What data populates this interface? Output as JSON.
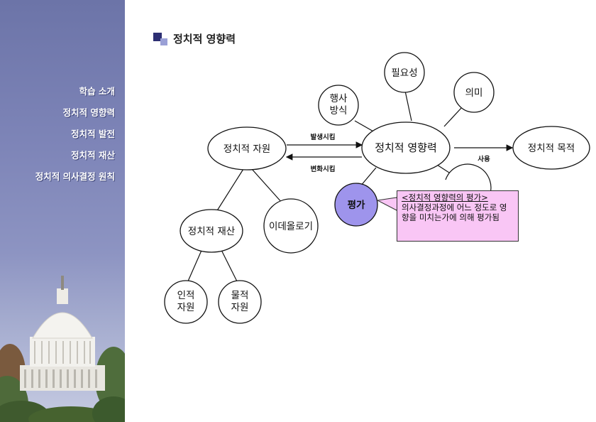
{
  "sidebar": {
    "items": [
      {
        "label": "학습 소개"
      },
      {
        "label": "정치적 영향력"
      },
      {
        "label": "정치적 발전"
      },
      {
        "label": "정치적 재산"
      },
      {
        "label": "정치적 의사결정 원칙"
      }
    ],
    "colors": {
      "top": "#6c74a8",
      "bottom": "#c6cbe2"
    }
  },
  "header": {
    "title": "정치적 영향력",
    "icon": "square-bullet-icon"
  },
  "diagram": {
    "nodes": {
      "influence": "정치적 영향력",
      "resource": "정치적 자원",
      "purpose": "정치적 목적",
      "necessity": "필요성",
      "meaning": "의미",
      "method_line1": "행사",
      "method_line2": "방식",
      "evaluation": "평가",
      "asset": "정치적 재산",
      "ideology": "이데올로기",
      "human_line1": "인적",
      "human_line2": "자원",
      "material_line1": "물적",
      "material_line2": "자원"
    },
    "edges": {
      "generate": "발생시킴",
      "change": "변화시킴",
      "use": "사용"
    },
    "callout": {
      "title": "<정치적 영향력의 평가>",
      "body": "의사결정과정에 어느 정도로 영향을 미치는가에 의해 평가됨"
    },
    "colors": {
      "highlight": "#9e94ec",
      "callout": "#f9c6f5"
    }
  }
}
